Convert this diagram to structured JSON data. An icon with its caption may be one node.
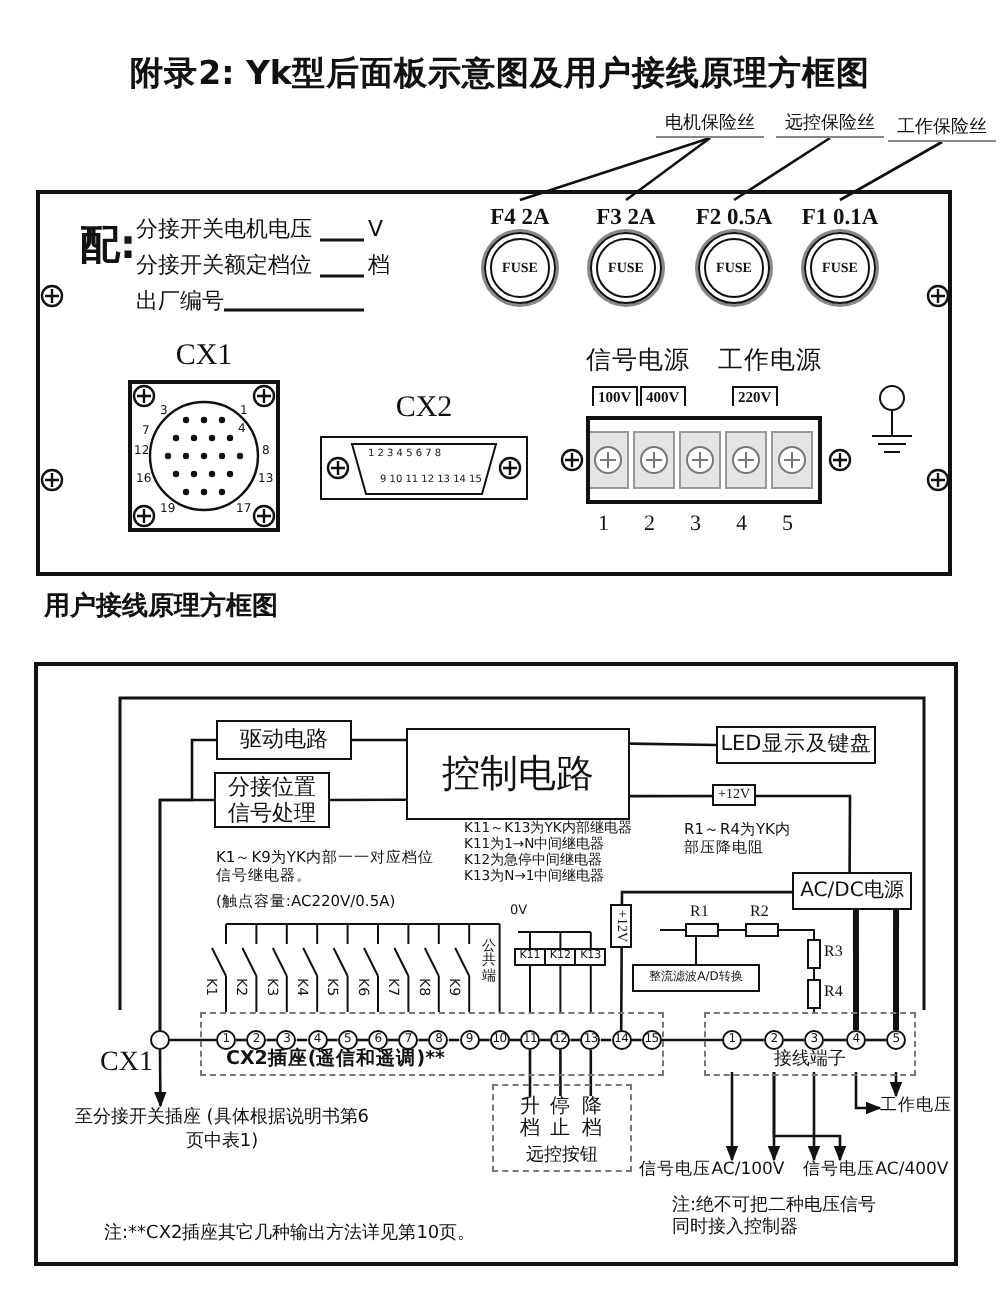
{
  "diagram": {
    "title": "附录2: Yk型后面板示意图及用户接线原理方框图",
    "nodes": [
      {
        "text": [],
        "shape": "box"
      },
      {
        "text": [
          "CX1"
        ],
        "in": 0
      },
      {
        "text": [
          "CX2"
        ],
        "in": 0
      },
      {
        "text": [
          "信号电源",
          "工作电源"
        ],
        "in": 0,
        "beside": [
          "1",
          "2",
          "3",
          "4",
          "5"
        ]
      },
      {
        "text": [
          "F4 2A",
          "FUSE"
        ],
        "in": 0
      },
      {
        "text": [
          "F3 2A",
          "FUSE"
        ],
        "in": 0
      },
      {
        "text": [
          "F2 0.5A",
          "FUSE"
        ],
        "in": 0
      },
      {
        "text": [
          "F1 0.1A",
          "FUSE"
        ],
        "in": 0
      },
      {
        "text": [
          "电机保险丝"
        ]
      },
      {
        "text": [
          "远控保险丝"
        ]
      },
      {
        "text": [
          "工作保险丝"
        ]
      },
      {
        "text": [
          "驱动电路"
        ]
      },
      {
        "text": [
          "分接位置信号处理"
        ]
      },
      {
        "text": [
          "控制电路"
        ]
      },
      {
        "text": [
          "LED显示及键盘"
        ]
      },
      {
        "text": [
          "AC/DC电源"
        ]
      },
      {
        "text": [],
        "shape": "circle",
        "beside": [
          "CX1"
        ]
      },
      {
        "text": [
          "至分接开关插座 (具体根据说明书第6页中表1)"
        ]
      },
      {
        "text": [
          "CX2插座(遥信和遥调)**"
        ]
      },
      {
        "text": [
          "1"
        ],
        "in": 18
      },
      {
        "text": [
          "2"
        ],
        "in": 18
      },
      {
        "text": [
          "3"
        ],
        "in": 18
      },
      {
        "text": [
          "4"
        ],
        "in": 18
      },
      {
        "text": [
          "5"
        ],
        "in": 18
      },
      {
        "text": [
          "6"
        ],
        "in": 18
      },
      {
        "text": [
          "7"
        ],
        "in": 18
      },
      {
        "text": [
          "8"
        ],
        "in": 18
      },
      {
        "text": [
          "9"
        ],
        "in": 18
      },
      {
        "text": [
          "10"
        ],
        "in": 18
      },
      {
        "text": [
          "11"
        ],
        "in": 18
      },
      {
        "text": [
          "12"
        ],
        "in": 18
      },
      {
        "text": [
          "13"
        ],
        "in": 18
      },
      {
        "text": [
          "14"
        ],
        "in": 18
      },
      {
        "text": [
          "15"
        ],
        "in": 18
      },
      {
        "text": [
          "整流滤波A/D转换"
        ]
      },
      {
        "text": [
          "接线端子"
        ]
      },
      {
        "text": [
          "1"
        ],
        "in": 35
      },
      {
        "text": [
          "2"
        ],
        "in": 35
      },
      {
        "text": [
          "3"
        ],
        "in": 35
      },
      {
        "text": [
          "4"
        ],
        "in": 35
      },
      {
        "text": [
          "5"
        ],
        "in": 35
      },
      {
        "text": [
          "远控按钮"
        ]
      },
      {
        "text": [
          "升档"
        ],
        "in": 41
      },
      {
        "text": [
          "停止"
        ],
        "in": 41
      },
      {
        "text": [
          "降档"
        ],
        "in": 41
      },
      {
        "text": [
          "信号电压AC/100V"
        ]
      },
      {
        "text": [
          "信号电压AC/400V"
        ]
      },
      {
        "text": [
          "工作电压"
        ]
      }
    ],
    "edges": [
      {
        "from": 8,
        "to": 4,
        "arrow": "none"
      },
      {
        "from": 8,
        "to": 5,
        "arrow": "none"
      },
      {
        "from": 9,
        "to": 6,
        "arrow": "none"
      },
      {
        "from": 10,
        "to": 7,
        "arrow": "none"
      },
      {
        "from": 11,
        "to": 13,
        "arrow": "none"
      },
      {
        "from": 12,
        "to": 13,
        "arrow": "none"
      },
      {
        "from": 13,
        "to": 14,
        "arrow": "none"
      },
      {
        "from": 13,
        "to": 15,
        "arrow": "none",
        "label": "+12V"
      },
      {
        "from": 11,
        "to": 16,
        "arrow": "none"
      },
      {
        "from": 12,
        "to": 16,
        "arrow": "none"
      },
      {
        "from": 16,
        "to": 17,
        "arrow": "to"
      },
      {
        "from": 16,
        "to": 19,
        "arrow": "none"
      },
      {
        "from": 19,
        "to": 20,
        "arrow": "none"
      },
      {
        "from": 20,
        "to": 21,
        "arrow": "none"
      },
      {
        "from": 21,
        "to": 22,
        "arrow": "none"
      },
      {
        "from": 22,
        "to": 23,
        "arrow": "none"
      },
      {
        "from": 23,
        "to": 24,
        "arrow": "none"
      },
      {
        "from": 24,
        "to": 25,
        "arrow": "none"
      },
      {
        "from": 25,
        "to": 26,
        "arrow": "none"
      },
      {
        "from": 26,
        "to": 27,
        "arrow": "none"
      },
      {
        "from": 27,
        "to": 28,
        "arrow": "none"
      },
      {
        "from": 28,
        "to": 29,
        "arrow": "none"
      },
      {
        "from": 29,
        "to": 30,
        "arrow": "none"
      },
      {
        "from": 30,
        "to": 31,
        "arrow": "none"
      },
      {
        "from": 31,
        "to": 32,
        "arrow": "none"
      },
      {
        "from": 32,
        "to": 33,
        "arrow": "none"
      },
      {
        "from": 33,
        "to": 36,
        "arrow": "none"
      },
      {
        "from": 36,
        "to": 37,
        "arrow": "none"
      },
      {
        "from": 37,
        "to": 38,
        "arrow": "none"
      },
      {
        "from": 38,
        "to": 39,
        "arrow": "none"
      },
      {
        "from": 39,
        "to": 40,
        "arrow": "none"
      },
      {
        "from": 15,
        "to": 32,
        "arrow": "none",
        "label": "+12V"
      },
      {
        "from": 15,
        "to": 39,
        "arrow": "none",
        "style": "thick"
      },
      {
        "from": 15,
        "to": 40,
        "arrow": "none",
        "style": "thick"
      },
      {
        "from": 29,
        "to": 42,
        "arrow": "none"
      },
      {
        "from": 30,
        "to": 43,
        "arrow": "none"
      },
      {
        "from": 31,
        "to": 44,
        "arrow": "none"
      },
      {
        "from": 36,
        "to": 45,
        "arrow": "to"
      },
      {
        "from": 37,
        "to": 45,
        "arrow": "to"
      },
      {
        "from": 37,
        "to": 46,
        "arrow": "to"
      },
      {
        "from": 38,
        "to": 46,
        "arrow": "to"
      },
      {
        "from": 39,
        "to": 47,
        "arrow": "to"
      },
      {
        "from": 40,
        "to": 47,
        "arrow": "to"
      }
    ],
    "labels": [
      "配:",
      "分接开关电机电压",
      "V",
      "分接开关额定档位",
      "档",
      "出厂编号",
      "3",
      "1",
      "7",
      "4",
      "12",
      "8",
      "16",
      "13",
      "19",
      "17",
      "1 2 3 4 5 6 7 8",
      "9 10 11 12 13 14 15",
      "100V",
      "400V",
      "220V",
      "用户接线原理方框图",
      "K1～K9为YK内部一一对应档位信号继电器。",
      "(触点容量:AC220V/0.5A)",
      "K11～K13为YK内部继电器",
      "K11为1→N中间继电器",
      "K12为急停中间继电器",
      "K13为N→1中间继电器",
      "R1～R4为YK内部压降电阻",
      "0V",
      "R1",
      "R2",
      "K11",
      "K12",
      "K13",
      "R3",
      "R4",
      "K1",
      "K2",
      "K3",
      "K4",
      "K5",
      "K6",
      "K7",
      "K8",
      "K9",
      "公共端",
      "注:绝不可把二种电压信号同时接入控制器",
      "注:**CX2插座其它几种输出方法详见第10页。"
    ]
  }
}
